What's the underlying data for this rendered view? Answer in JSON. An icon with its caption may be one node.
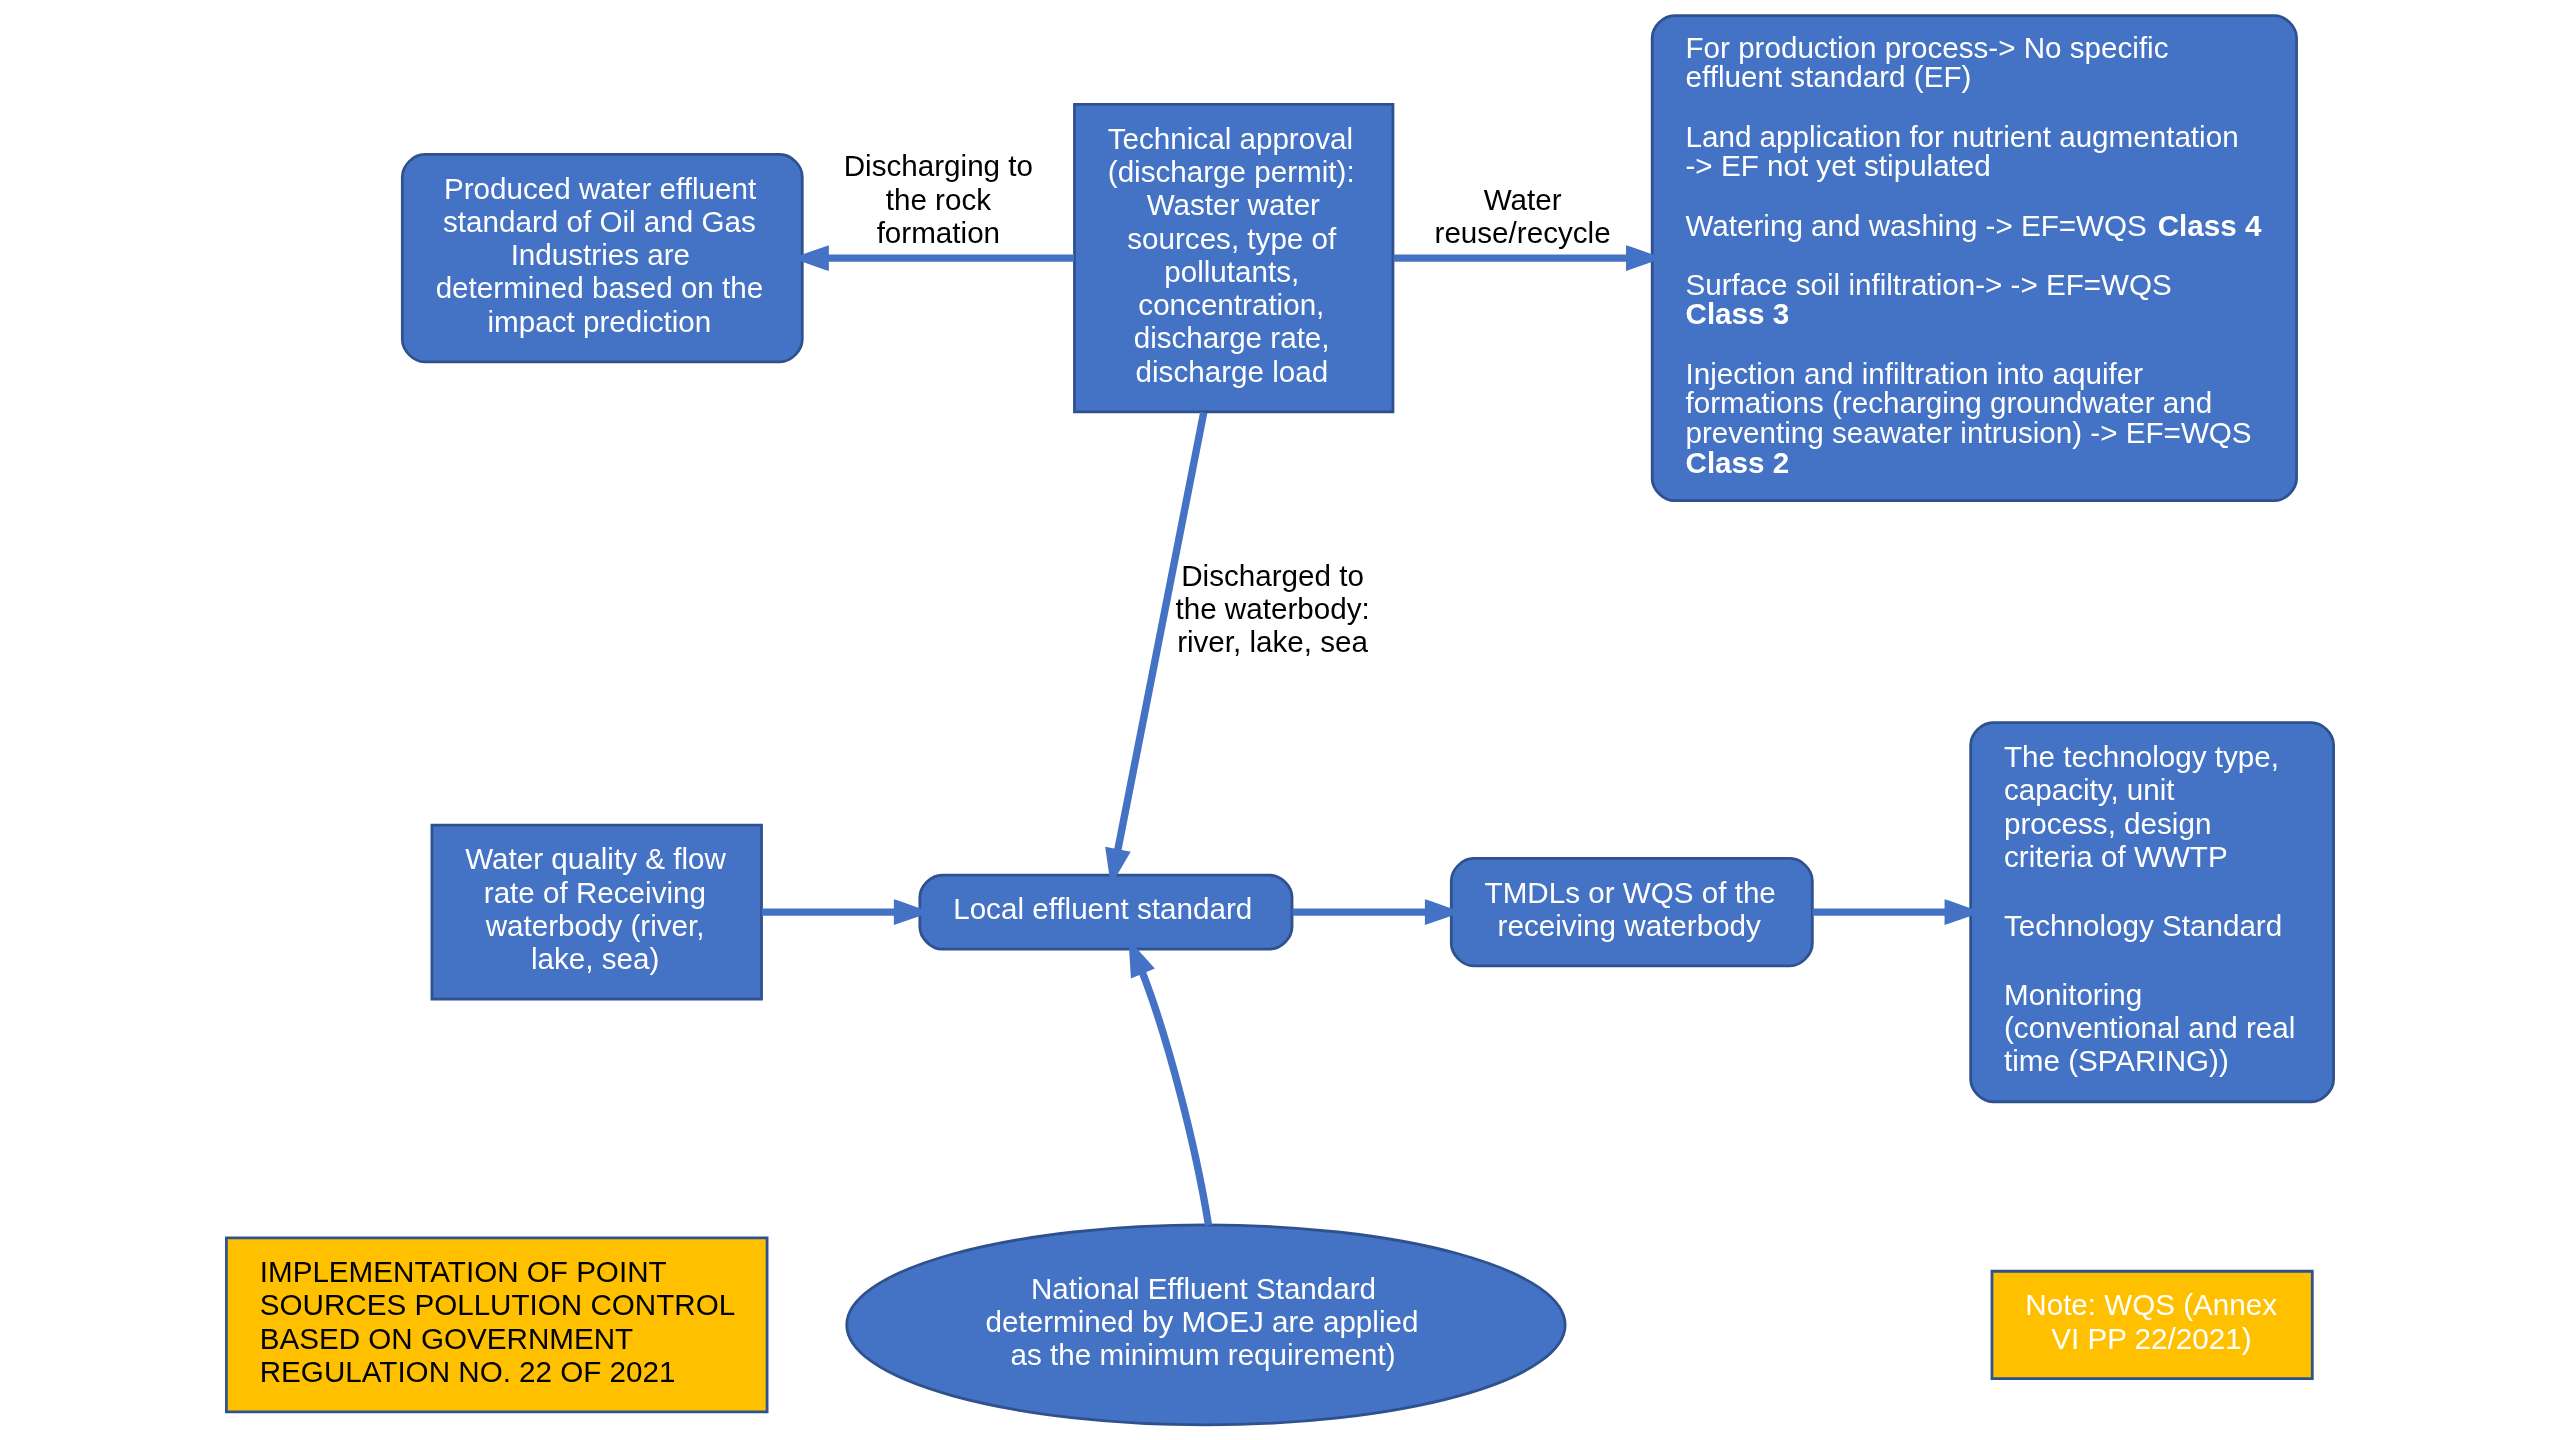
{
  "diagram": {
    "nodes": [
      {
        "text": [
          "Produced water effluent standard of Oil and Gas Industries are determined based on the impact prediction"
        ]
      },
      {
        "text": [
          "Technical approval (discharge permit): Waster water sources, type of pollutants, concentration, discharge rate, discharge load"
        ]
      },
      {
        "text": [
          "For production process-> No specific effluent standard (EF)",
          "Land application for nutrient augmentation -> EF not yet stipulated",
          "Watering and washing -> EF=WQS **Class 4**",
          "Surface soil infiltration-> -> EF=WQS **Class 3**",
          "Injection and infiltration into aquifer formations (recharging groundwater and preventing seawater intrusion) -> EF=WQS **Class 2**"
        ]
      },
      {
        "text": [
          "Water quality & flow rate of Receiving waterbody (river, lake, sea)"
        ]
      },
      {
        "text": [
          "Local effluent standard"
        ]
      },
      {
        "text": [
          "TMDLs or WQS of the receiving waterbody"
        ]
      },
      {
        "text": [
          "The technology type, capacity, unit process, design criteria of WWTP",
          "Technology Standard",
          "Monitoring (conventional and real time (SPARING))"
        ]
      },
      {
        "text": [
          "National Effluent Standard determined by MOEJ are applied as the minimum requirement)"
        ]
      },
      {
        "text": [
          "IMPLEMENTATION OF POINT SOURCES POLLUTION CONTROL BASED ON GOVERNMENT REGULATION NO. 22 OF 2021"
        ]
      },
      {
        "text": [
          "Note: WQS (Annex VI PP 22/2021)"
        ]
      }
    ],
    "edges": [
      {
        "from": 1,
        "to": 0,
        "arrow": "to",
        "label": "Discharging to the rock formation"
      },
      {
        "from": 1,
        "to": 2,
        "arrow": "to",
        "label": "Water reuse/recycle"
      },
      {
        "from": 1,
        "to": 4,
        "arrow": "to",
        "label": "Discharged to the waterbody: river, lake, sea"
      },
      {
        "from": 3,
        "to": 4,
        "arrow": "to"
      },
      {
        "from": 4,
        "to": 5,
        "arrow": "to"
      },
      {
        "from": 5,
        "to": 6,
        "arrow": "to"
      },
      {
        "from": 7,
        "to": 4,
        "arrow": "to"
      }
    ]
  }
}
